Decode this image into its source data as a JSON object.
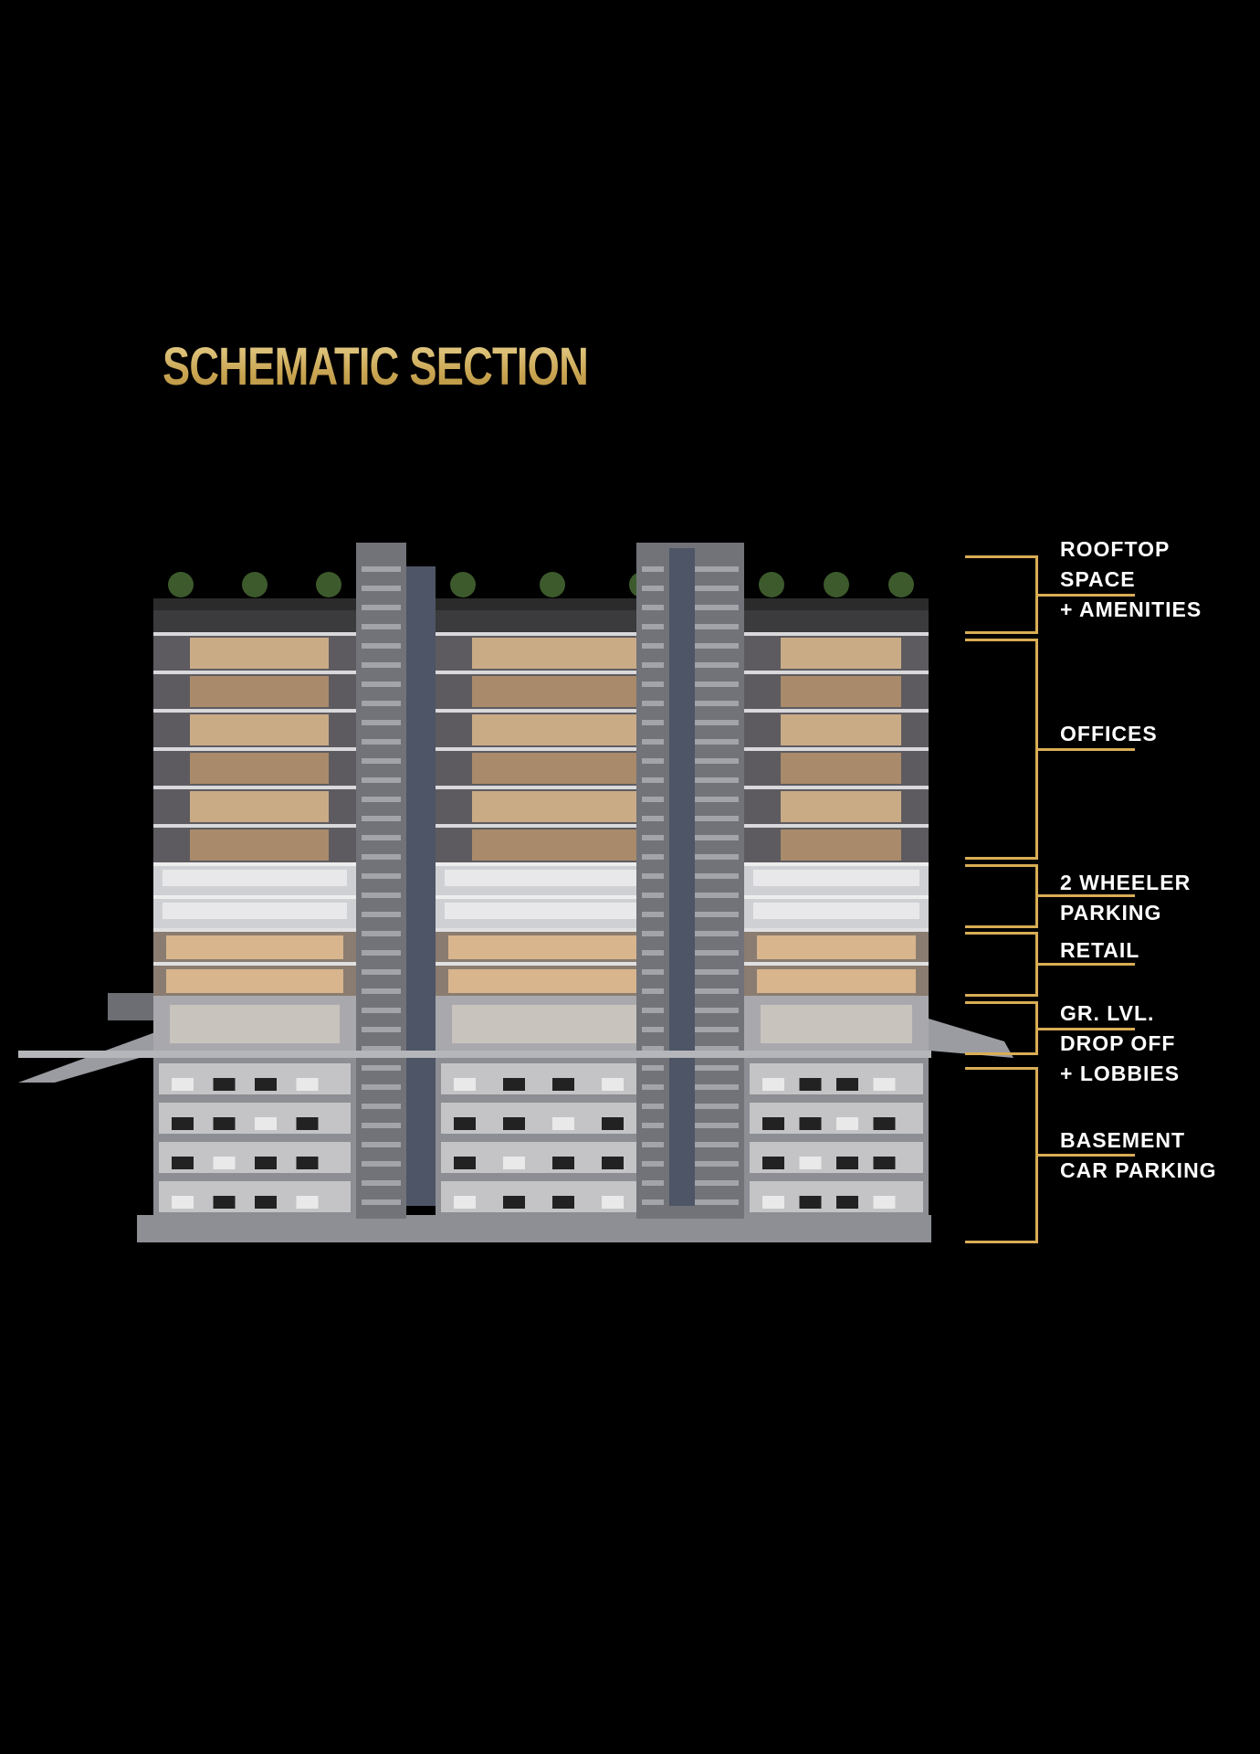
{
  "title": "SCHEMATIC SECTION",
  "accent_color": "#d9ad55",
  "levels": [
    {
      "lines": [
        "ROOFTOP",
        "SPACE",
        "+ AMENITIES"
      ]
    },
    {
      "lines": [
        "OFFICES"
      ]
    },
    {
      "lines": [
        "2 WHEELER",
        "PARKING"
      ]
    },
    {
      "lines": [
        "RETAIL"
      ]
    },
    {
      "lines": [
        "GR. LVL.",
        "DROP OFF",
        "+ LOBBIES"
      ]
    },
    {
      "lines": [
        "BASEMENT",
        "CAR PARKING"
      ]
    }
  ]
}
